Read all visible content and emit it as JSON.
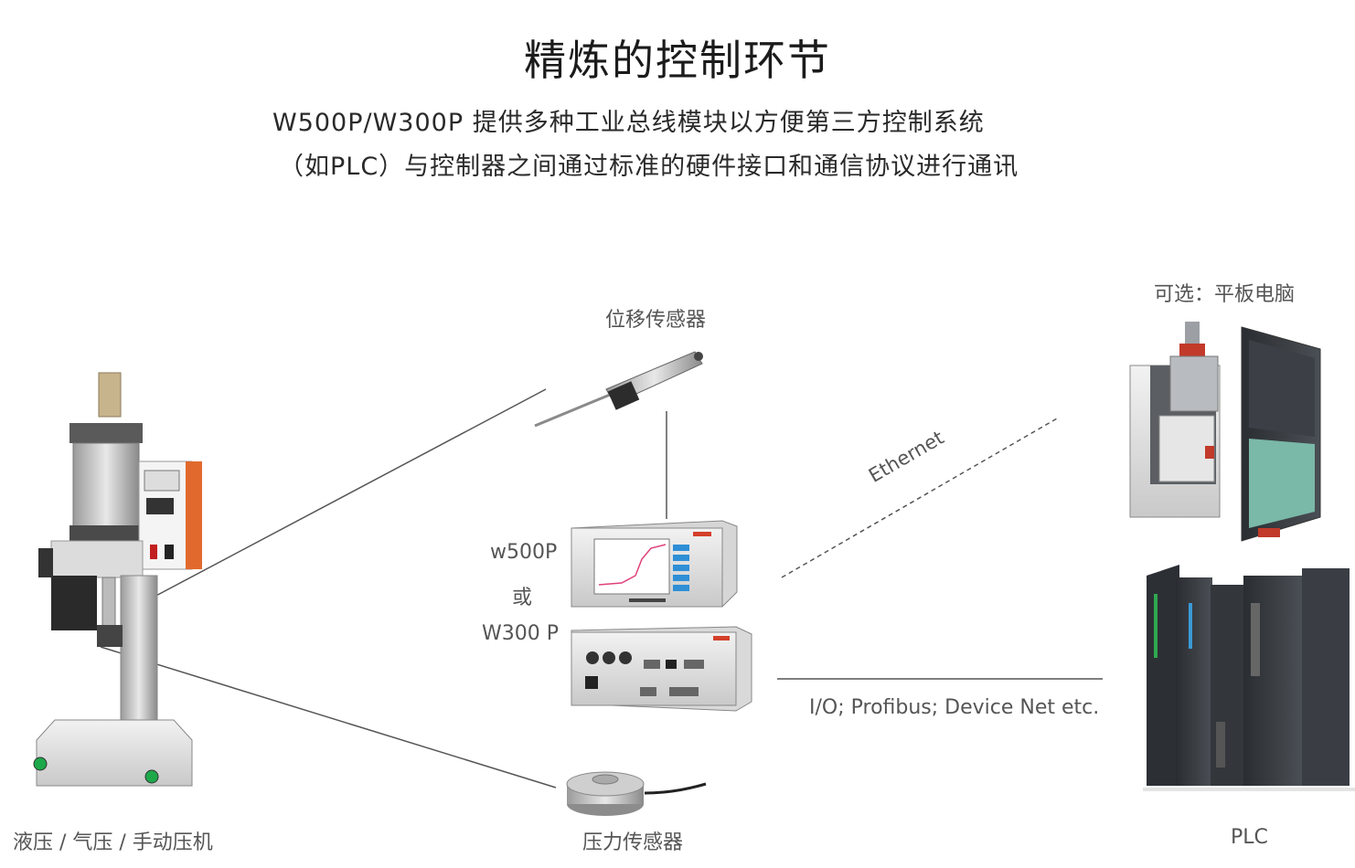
{
  "header": {
    "title": "精炼的控制环节",
    "subtitle_line1": "W500P/W300P  提供多种工业总线模块以方便第三方控制系统",
    "subtitle_line2": "（如PLC）与控制器之间通过标准的硬件接口和通信协议进行通讯"
  },
  "labels": {
    "press": "液压 / 气压 / 手动压机",
    "displacement_sensor": "位移传感器",
    "force_sensor": "压力传感器",
    "controller_w500p": "w500P",
    "controller_or": "或",
    "controller_w300p": "W300 P",
    "tablet": "可选：平板电脑",
    "plc": "PLC",
    "ethernet": "Ethernet",
    "fieldbus": "I/O; Profibus; Device Net etc."
  }
}
